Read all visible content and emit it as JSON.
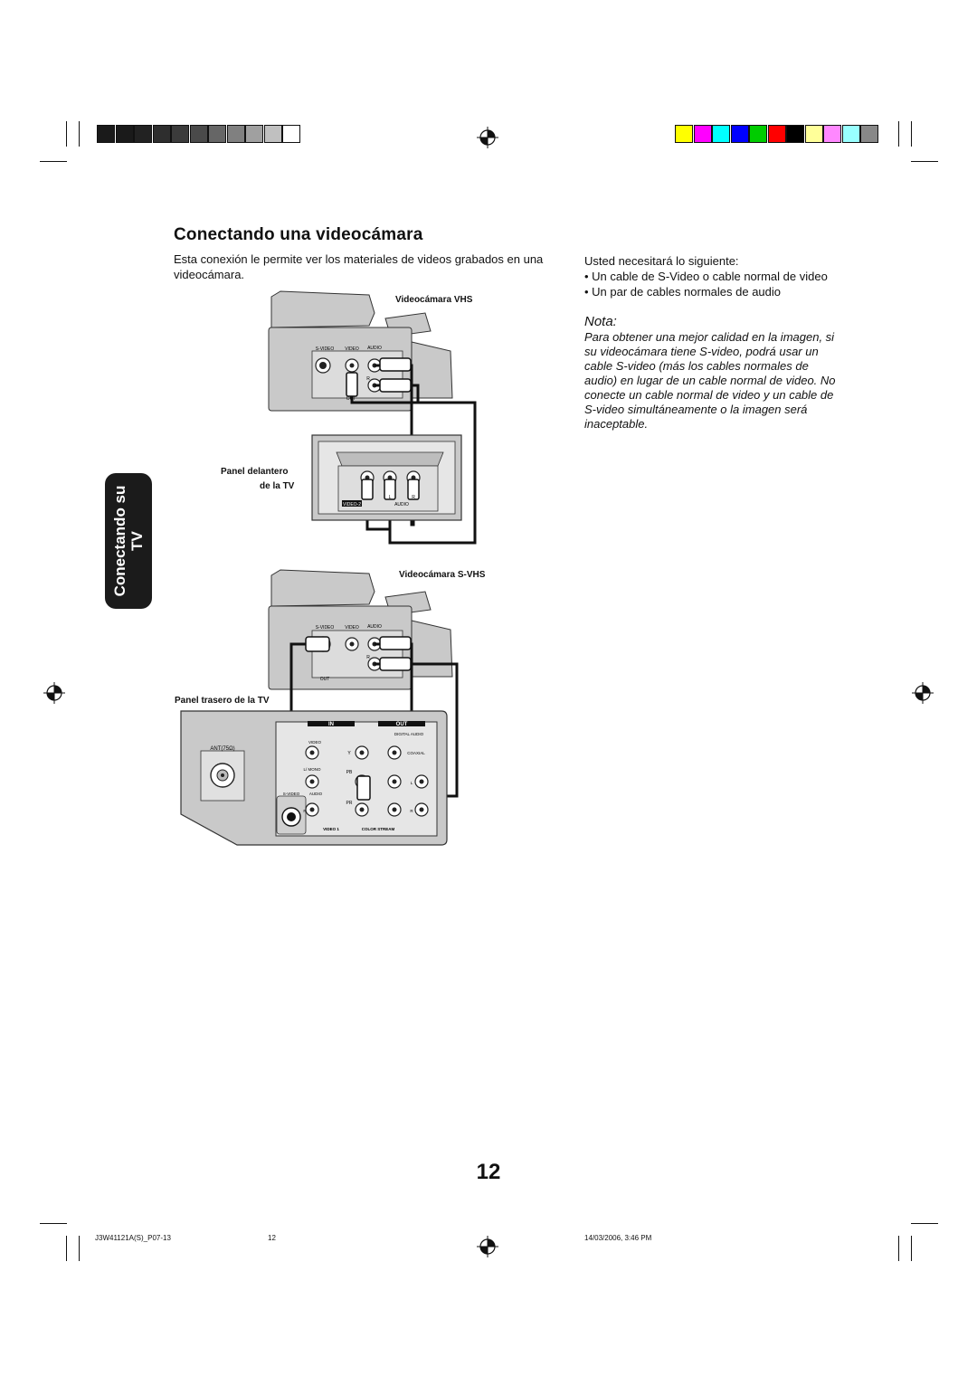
{
  "registration": {
    "gray_swatches": [
      "#1a1a1a",
      "#1a1a1a",
      "#222222",
      "#2e2e2e",
      "#3b3b3b",
      "#4a4a4a",
      "#666666",
      "#808080",
      "#a0a0a0",
      "#c0c0c0",
      "#ffffff"
    ],
    "color_swatches": [
      "#ffff00",
      "#ff00ff",
      "#00ffff",
      "#0000ff",
      "#00cc00",
      "#ff0000",
      "#000000",
      "#ffff99",
      "#ff88ff",
      "#99ffff",
      "#888888"
    ]
  },
  "title": "Conectando una videocámara",
  "intro": "Esta conexión le permite ver los materiales de videos grabados en una videocámara.",
  "needs": {
    "intro": "Usted necesitará lo siguiente:",
    "items": [
      "• Un cable de S-Video o cable normal de video",
      "• Un par de cables normales de audio"
    ]
  },
  "note": {
    "heading": "Nota:",
    "body": "Para obtener una mejor calidad en la imagen, si su videocámara tiene S-video, podrá usar un cable S-video (más los cables normales de audio) en lugar de un cable normal de video. No conecte un cable normal de video y un cable de S-video simultáneamente o la imagen será inaceptable."
  },
  "side_tab": {
    "line1": "Conectando su",
    "line2": "TV"
  },
  "diagram": {
    "vhs_label": "Videocámara VHS",
    "front_panel_label_1": "Panel delantero",
    "front_panel_label_2": "de la TV",
    "svhs_label": "Videocámara S-VHS",
    "rear_panel_label": "Panel trasero de la TV",
    "cam_jacks": {
      "svideo": "S-VIDEO",
      "video": "VIDEO",
      "audio": "AUDIO",
      "out": "OUT",
      "l": "L",
      "r": "R"
    },
    "front_jacks": {
      "video2": "VIDEO-2",
      "l": "L",
      "r": "R",
      "audio": "AUDIO"
    },
    "rear_jacks": {
      "in": "IN",
      "out": "OUT",
      "ant": "ANT(75Ω)",
      "video": "VIDEO",
      "y": "Y",
      "digital_audio": "DIGITAL AUDIO",
      "coaxial": "COAXIAL",
      "l_mono": "L/\nMONO",
      "pb": "PB",
      "pr": "PR",
      "s_video": "S-VIDEO",
      "audio": "AUDIO",
      "r": "R",
      "l": "L",
      "video1": "VIDEO 1",
      "color_stream": "COLOR  STREAM"
    }
  },
  "page_number": "12",
  "footer": {
    "file": "J3W41121A(S)_P07-13",
    "page": "12",
    "date": "14/03/2006, 3:46 PM"
  }
}
